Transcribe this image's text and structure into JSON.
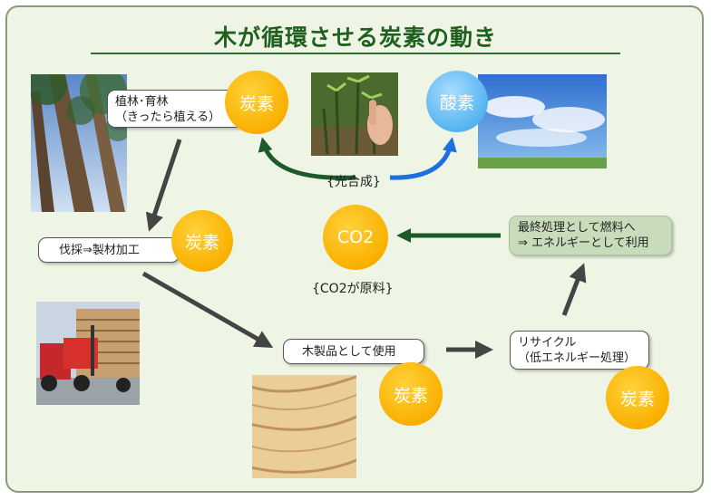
{
  "title": "木が循環させる炭素の動き",
  "nodes": {
    "planting_line1": "植林･育林",
    "planting_line2": "（きったら植える）",
    "harvest": "伐採⇒製材加工",
    "wood_use": "木製品として使用",
    "recycle_line1": "リサイクル",
    "recycle_line2": "（低エネルギー処理）",
    "final_line1": "最終処理として燃料へ",
    "final_line2": "⇒ エネルギーとして利用"
  },
  "circles": {
    "carbon_top": "炭素",
    "oxygen": "酸素",
    "carbon_harvest": "炭素",
    "co2": "CO2",
    "carbon_wood": "炭素",
    "carbon_recycle": "炭素"
  },
  "labels": {
    "photosynthesis": "{光合成}",
    "co2_source": "{CO2が原料}"
  },
  "colors": {
    "carbon": "#f9b000",
    "oxygen": "#55b4f0",
    "photosynthesis_arrow_left": "#1d5a2a",
    "photosynthesis_arrow_right": "#1e6fe0",
    "flow_arrow": "#444444",
    "co2_arrow": "#1d5a2a"
  }
}
